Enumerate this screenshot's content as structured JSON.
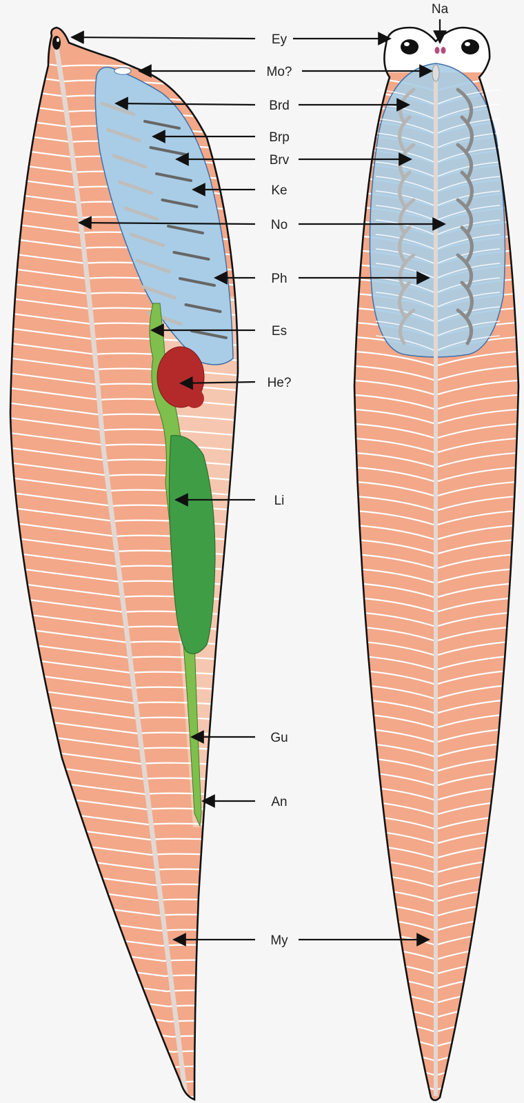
{
  "colors": {
    "background": "#f6f6f6",
    "outline": "#111111",
    "myomere": "#f2a889",
    "myomere_light": "#f6c7b0",
    "myomere_line": "#ffffff",
    "pharynx": "#a9cde6",
    "pharynx_edge": "#3f6fa8",
    "gut": "#7fbf4d",
    "liver": "#3f9d46",
    "heart": "#b42a2a",
    "notochord": "#e3d7d2",
    "gill_bar": "#9a9a9a",
    "nasal": "#b24a7a",
    "arrow": "#111111"
  },
  "labels": {
    "na": "Na",
    "ey": "Ey",
    "mo": "Mo?",
    "brd": "Brd",
    "brp": "Brp",
    "brv": "Brv",
    "ke": "Ke",
    "no": "No",
    "ph": "Ph",
    "es": "Es",
    "he": "He?",
    "li": "Li",
    "gu": "Gu",
    "an": "An",
    "my": "My"
  }
}
